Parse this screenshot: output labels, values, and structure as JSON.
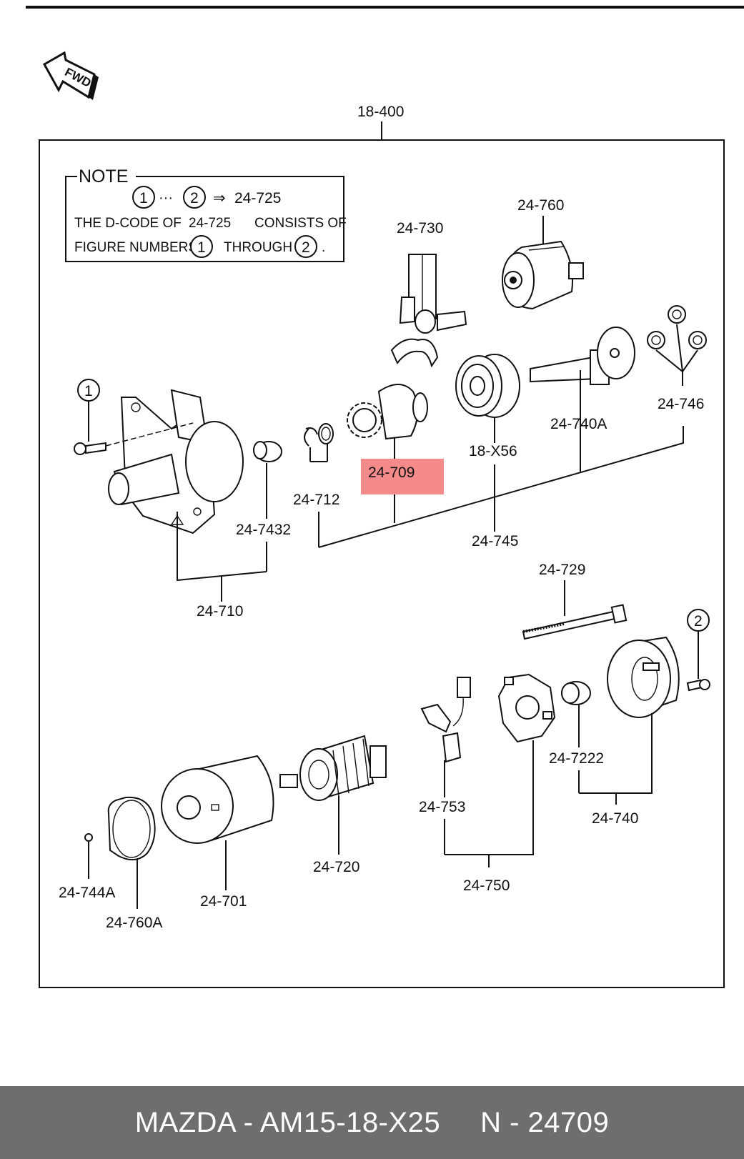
{
  "diagram": {
    "direction": "FWD",
    "assembly_label": "18-400",
    "note": {
      "heading": "NOTE",
      "circle_1": "1",
      "dots": "···",
      "circle_2": "2",
      "arrow": "⇒",
      "arrow_target": "24-725",
      "line2_a": "THE D-CODE OF",
      "line2_code": "24-725",
      "line2_b": "CONSISTS OF",
      "line3_a": "FIGURE NUMBERS",
      "line3_circle_1": "1",
      "line3_b": "THROUGH",
      "line3_circle_2": "2",
      "line3_end": "."
    },
    "callouts": {
      "fig1": "1",
      "fig2": "2"
    },
    "highlight_color": "#f48a8a",
    "parts": {
      "p24_760": "24-760",
      "p24_730": "24-730",
      "p24_746": "24-746",
      "p24_740A": "24-740A",
      "p18_X56": "18-X56",
      "p24_709": "24-709",
      "p24_712": "24-712",
      "p24_7432": "24-7432",
      "p24_745": "24-745",
      "p24_710": "24-710",
      "p24_729": "24-729",
      "p24_7222": "24-7222",
      "p24_740": "24-740",
      "p24_753": "24-753",
      "p24_750": "24-750",
      "p24_720": "24-720",
      "p24_701": "24-701",
      "p24_744A": "24-744A",
      "p24_760A": "24-760A"
    }
  },
  "footer": {
    "part_number": "MAZDA - AM15-18-X25",
    "figure_code": "N - 24709"
  }
}
